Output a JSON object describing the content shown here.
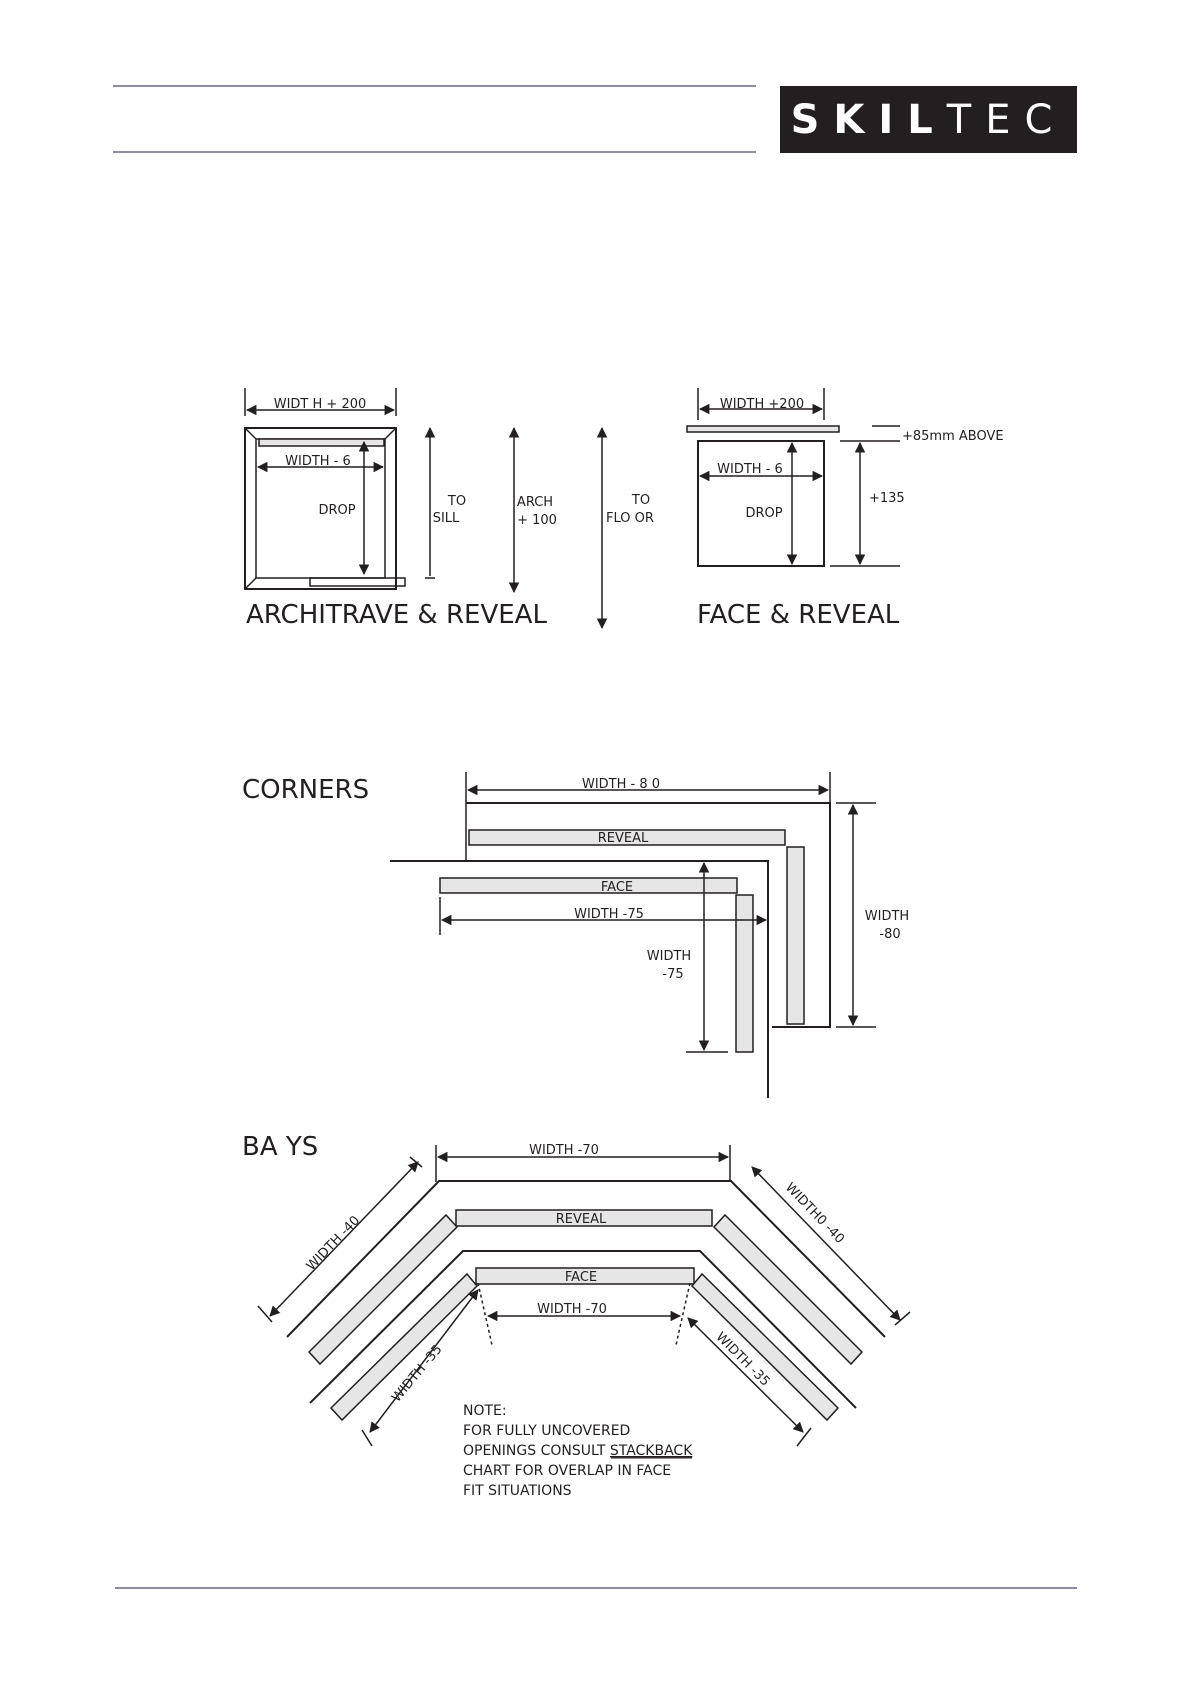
{
  "header": {
    "logo_bold": "SKIL",
    "logo_light": "TEC"
  },
  "architrave": {
    "title": "ARCHITRAVE & REVEAL",
    "width_outer": "WIDT H +  200",
    "width_inner": "WIDTH  - 6",
    "drop": "DROP",
    "to_sill_1": "TO",
    "to_sill_2": "SILL",
    "arch_1": "ARCH",
    "arch_2": "+  100",
    "to_floor_1": "TO",
    "to_floor_2": "FLO OR"
  },
  "face": {
    "title": "FACE & REVEAL",
    "width_outer": "WIDTH  +200",
    "width_inner": "WIDTH  - 6",
    "drop": "DROP",
    "above": "+85mm ABOVE",
    "plus135": "+135"
  },
  "corners": {
    "title": "CORNERS",
    "width_top": "WIDTH - 8 0",
    "reveal": "REVEAL",
    "face": "FACE",
    "width_face": "WIDTH -75",
    "width_vert_1": "WIDTH",
    "width_vert_2": "-75",
    "width_right_1": "WIDTH",
    "width_right_2": "-80"
  },
  "bays": {
    "title": "BA YS",
    "width_top": "WIDTH  -70",
    "reveal": "REVEAL",
    "face": "FACE",
    "width_mid": "WIDTH  -70",
    "width_left_outer": "WIDTH -40",
    "width_right_outer": "WIDTH0  -40",
    "width_left_inner": "WIDTH -35",
    "width_right_inner": "WIDTH -35"
  },
  "note": {
    "line1": "NOTE:",
    "line2": "FOR FULLY UNCOVERED",
    "line3_a": "OPENINGS CONSULT ",
    "line3_b": "STACKBACK",
    "line4": "CHART FOR OVERLAP IN FACE",
    "line5": "FIT SITUATIONS"
  }
}
